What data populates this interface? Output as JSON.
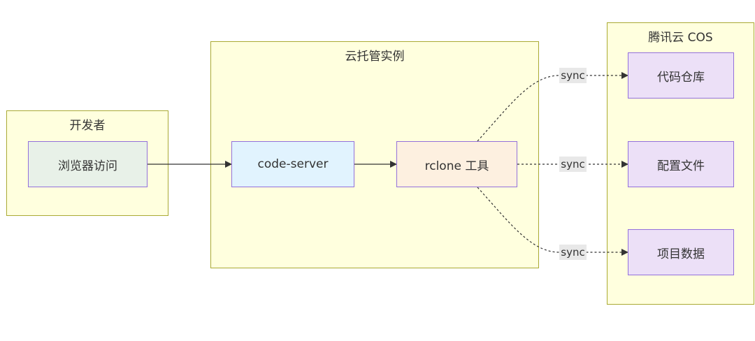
{
  "clusters": {
    "developer": {
      "title": "开发者"
    },
    "cloud_instance": {
      "title": "云托管实例"
    },
    "tencent_cos": {
      "title": "腾讯云 COS"
    }
  },
  "nodes": {
    "browser": {
      "label": "浏览器访问"
    },
    "code_server": {
      "label": "code-server"
    },
    "rclone": {
      "label": "rclone 工具"
    },
    "code_repo": {
      "label": "代码仓库"
    },
    "config_files": {
      "label": "配置文件"
    },
    "project_data": {
      "label": "项目数据"
    }
  },
  "edges": {
    "sync_1": {
      "label": "sync"
    },
    "sync_2": {
      "label": "sync"
    },
    "sync_3": {
      "label": "sync"
    }
  },
  "colors": {
    "cluster_fill": "#ffffde",
    "cluster_border": "#aaaa33",
    "browser_fill": "#e8f1e8",
    "browser_border": "#9370db",
    "code_server_fill": "#e1f3fe",
    "code_server_border": "#9370db",
    "rclone_fill": "#fdf0e0",
    "rclone_border": "#9370db",
    "cos_node_fill": "#ece0f7",
    "cos_node_border": "#9370db",
    "edge": "#333333",
    "edge_label_bg": "#e8e8e8"
  }
}
